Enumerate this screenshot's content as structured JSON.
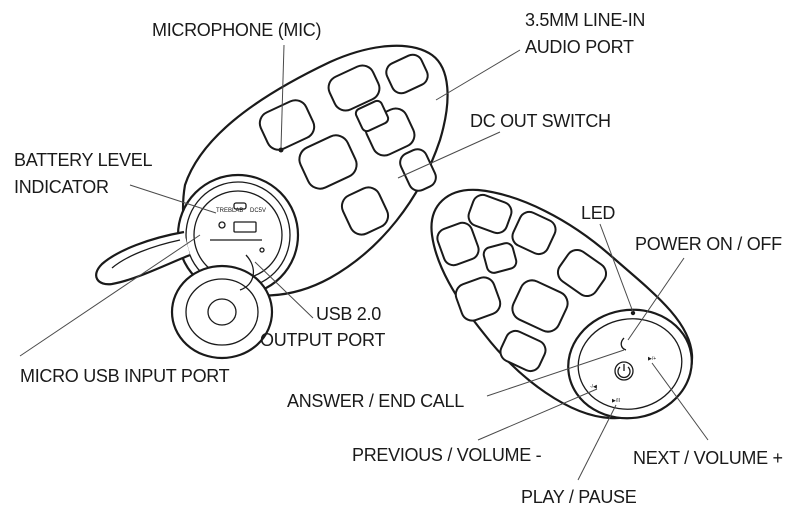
{
  "diagram": {
    "labels": {
      "microphone": "MICROPHONE (MIC)",
      "line_in_1": "3.5MM LINE-IN",
      "line_in_2": "AUDIO PORT",
      "dc_out": "DC OUT SWITCH",
      "battery_1": "BATTERY LEVEL",
      "battery_2": "INDICATOR",
      "led": "LED",
      "power": "POWER ON / OFF",
      "usb_out_1": "USB 2.0",
      "usb_out_2": "OUTPUT PORT",
      "micro_usb": "MICRO USB INPUT PORT",
      "answer": "ANSWER / END CALL",
      "previous": "PREVIOUS / VOLUME -",
      "next": "NEXT / VOLUME +",
      "play": "PLAY / PAUSE"
    },
    "device_text": {
      "brand": "TREBLAB",
      "dc_label": "DC5V"
    },
    "colors": {
      "line": "#1a1a1a",
      "leader": "#4a4a4a",
      "background": "#ffffff"
    }
  }
}
